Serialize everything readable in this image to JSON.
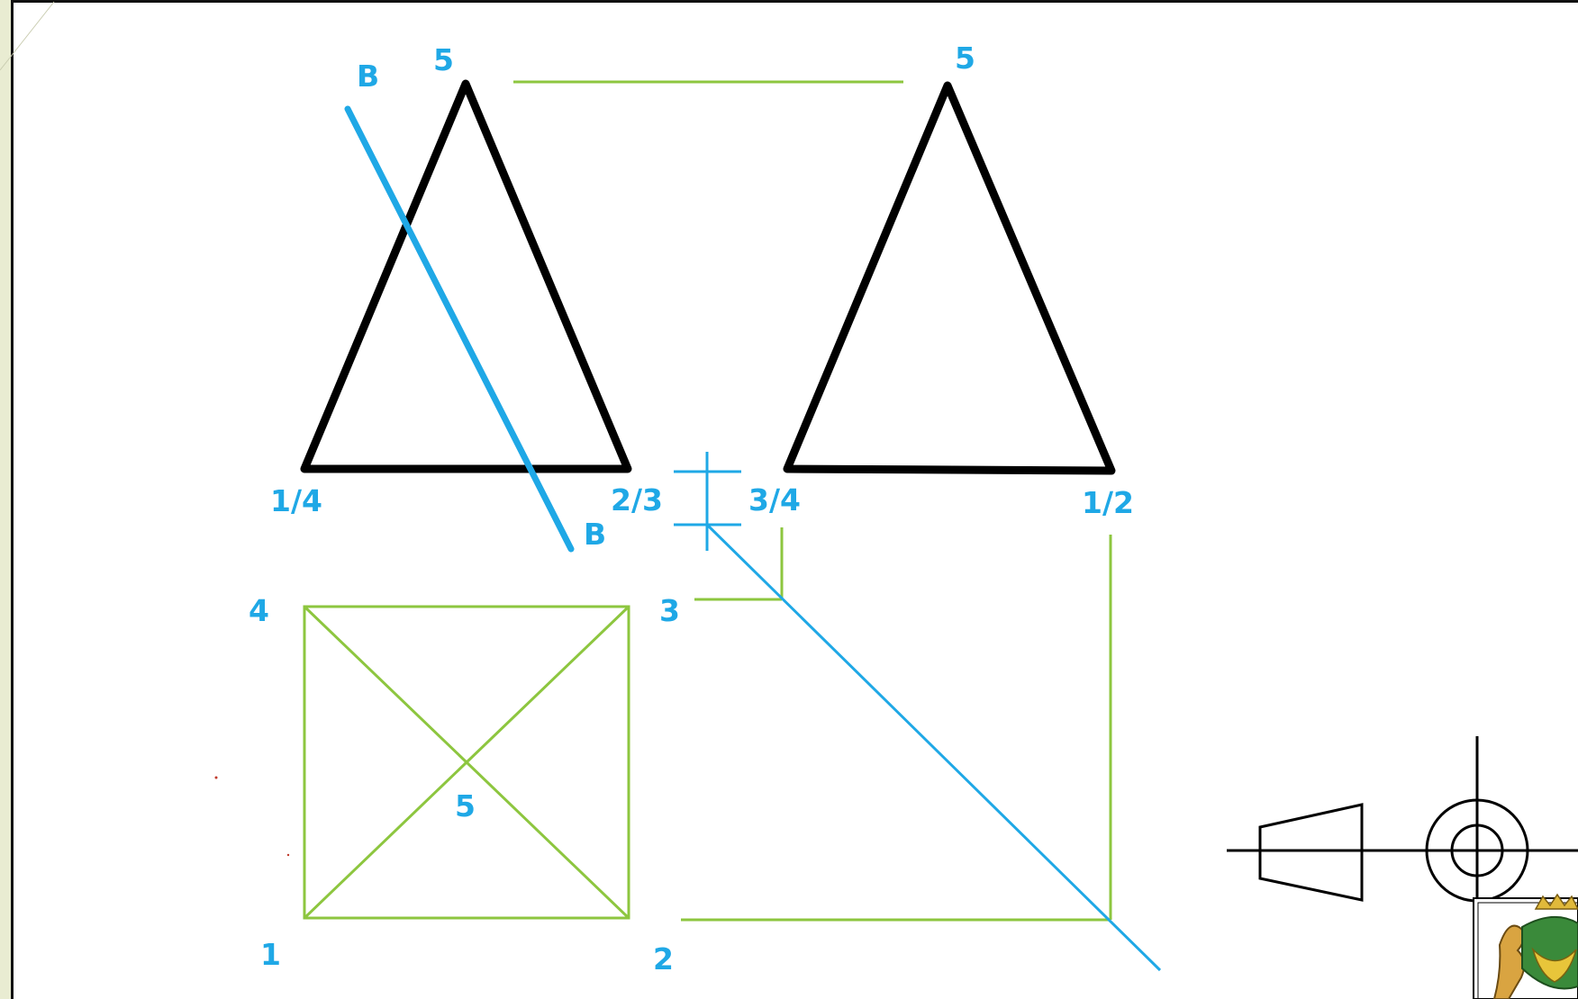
{
  "colors": {
    "object": "#000000",
    "projection": "#8dc63f",
    "cutting_plane": "#1fa8e6",
    "label": "#1fa8e6",
    "sheet": "#ffffff",
    "background": "#e9ecd2"
  },
  "labels": {
    "front_view": {
      "apex": "5",
      "bottom_left": "1/4",
      "bottom_right": "2/3"
    },
    "side_view": {
      "apex": "5",
      "bottom_left": "3/4",
      "bottom_right": "1/2"
    },
    "cutting_plane": {
      "top": "B",
      "bottom": "B"
    },
    "top_view": {
      "corner_top_left": "4",
      "corner_top_right": "3",
      "corner_bottom_left": "1",
      "corner_bottom_right": "2",
      "center": "5"
    }
  },
  "icons": {
    "projection_symbol": "third-angle-projection-icon",
    "emblem": "coat-of-arms-emblem"
  }
}
